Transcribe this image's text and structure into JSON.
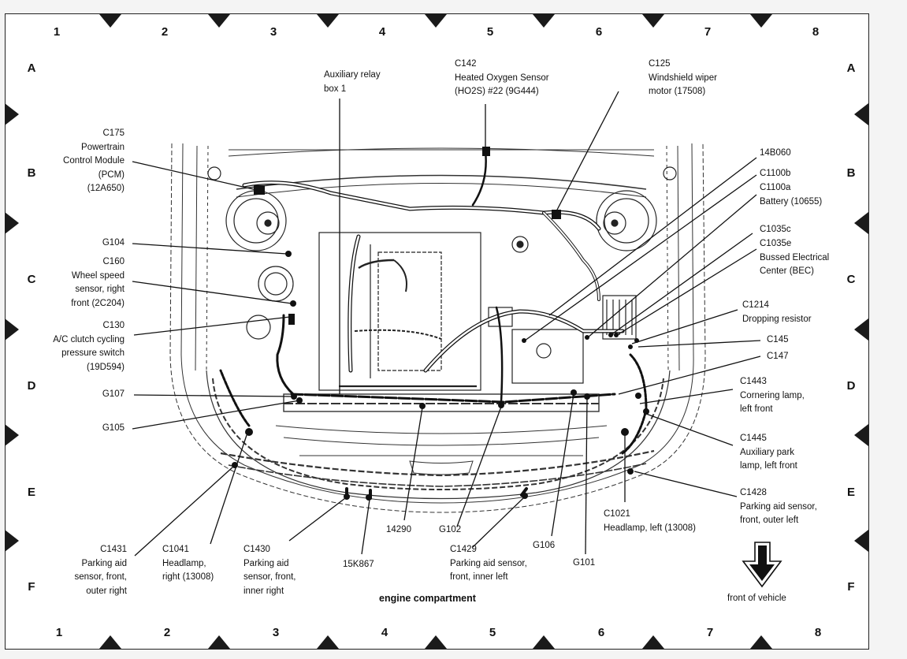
{
  "diagram": {
    "title": "engine compartment",
    "orientation_note": "front of vehicle",
    "grid": {
      "columns": [
        "1",
        "2",
        "3",
        "4",
        "5",
        "6",
        "7",
        "8"
      ],
      "rows": [
        "A",
        "B",
        "C",
        "D",
        "E",
        "F"
      ]
    },
    "callouts": [
      {
        "id": "c175",
        "lines": [
          "C175",
          "Powertrain",
          "Control Module",
          "(PCM)",
          "(12A650)"
        ]
      },
      {
        "id": "g104",
        "lines": [
          "G104"
        ]
      },
      {
        "id": "c160",
        "lines": [
          "C160",
          "Wheel speed",
          "sensor, right",
          "front (2C204)"
        ]
      },
      {
        "id": "c130",
        "lines": [
          "C130",
          "A/C clutch cycling",
          "pressure switch",
          "(19D594)"
        ]
      },
      {
        "id": "g107",
        "lines": [
          "G107"
        ]
      },
      {
        "id": "g105",
        "lines": [
          "G105"
        ]
      },
      {
        "id": "aux-relay",
        "lines": [
          "Auxiliary relay",
          "box 1"
        ]
      },
      {
        "id": "c142",
        "lines": [
          "C142",
          "Heated Oxygen Sensor",
          "(HO2S) #22 (9G444)"
        ]
      },
      {
        "id": "c125",
        "lines": [
          "C125",
          "Windshield wiper",
          "motor (17508)"
        ]
      },
      {
        "id": "14b060",
        "lines": [
          "14B060"
        ]
      },
      {
        "id": "c1100b",
        "lines": [
          "C1100b"
        ]
      },
      {
        "id": "c1100a",
        "lines": [
          "C1100a",
          "Battery (10655)"
        ]
      },
      {
        "id": "c1035c",
        "lines": [
          "C1035c"
        ]
      },
      {
        "id": "c1035e",
        "lines": [
          "C1035e",
          "Bussed Electrical",
          "Center (BEC)"
        ]
      },
      {
        "id": "c1214",
        "lines": [
          "C1214",
          "Dropping resistor"
        ]
      },
      {
        "id": "c145",
        "lines": [
          "C145"
        ]
      },
      {
        "id": "c147",
        "lines": [
          "C147"
        ]
      },
      {
        "id": "c1443",
        "lines": [
          "C1443",
          "Cornering lamp,",
          "left front"
        ]
      },
      {
        "id": "c1445",
        "lines": [
          "C1445",
          "Auxiliary park",
          "lamp, left front"
        ]
      },
      {
        "id": "c1428",
        "lines": [
          "C1428",
          "Parking aid sensor,",
          "front, outer left"
        ]
      },
      {
        "id": "c1021",
        "lines": [
          "C1021",
          "Headlamp, left (13008)"
        ]
      },
      {
        "id": "g101",
        "lines": [
          "G101"
        ]
      },
      {
        "id": "g106",
        "lines": [
          "G106"
        ]
      },
      {
        "id": "c1429",
        "lines": [
          "C1429",
          "Parking aid sensor,",
          "front, inner left"
        ]
      },
      {
        "id": "g102",
        "lines": [
          "G102"
        ]
      },
      {
        "id": "14290",
        "lines": [
          "14290"
        ]
      },
      {
        "id": "15k867",
        "lines": [
          "15K867"
        ]
      },
      {
        "id": "c1430",
        "lines": [
          "C1430",
          "Parking aid",
          "sensor, front,",
          "inner right"
        ]
      },
      {
        "id": "c1041",
        "lines": [
          "C1041",
          "Headlamp,",
          "right (13008)"
        ]
      },
      {
        "id": "c1431",
        "lines": [
          "C1431",
          "Parking aid",
          "sensor, front,",
          "outer right"
        ]
      }
    ]
  }
}
